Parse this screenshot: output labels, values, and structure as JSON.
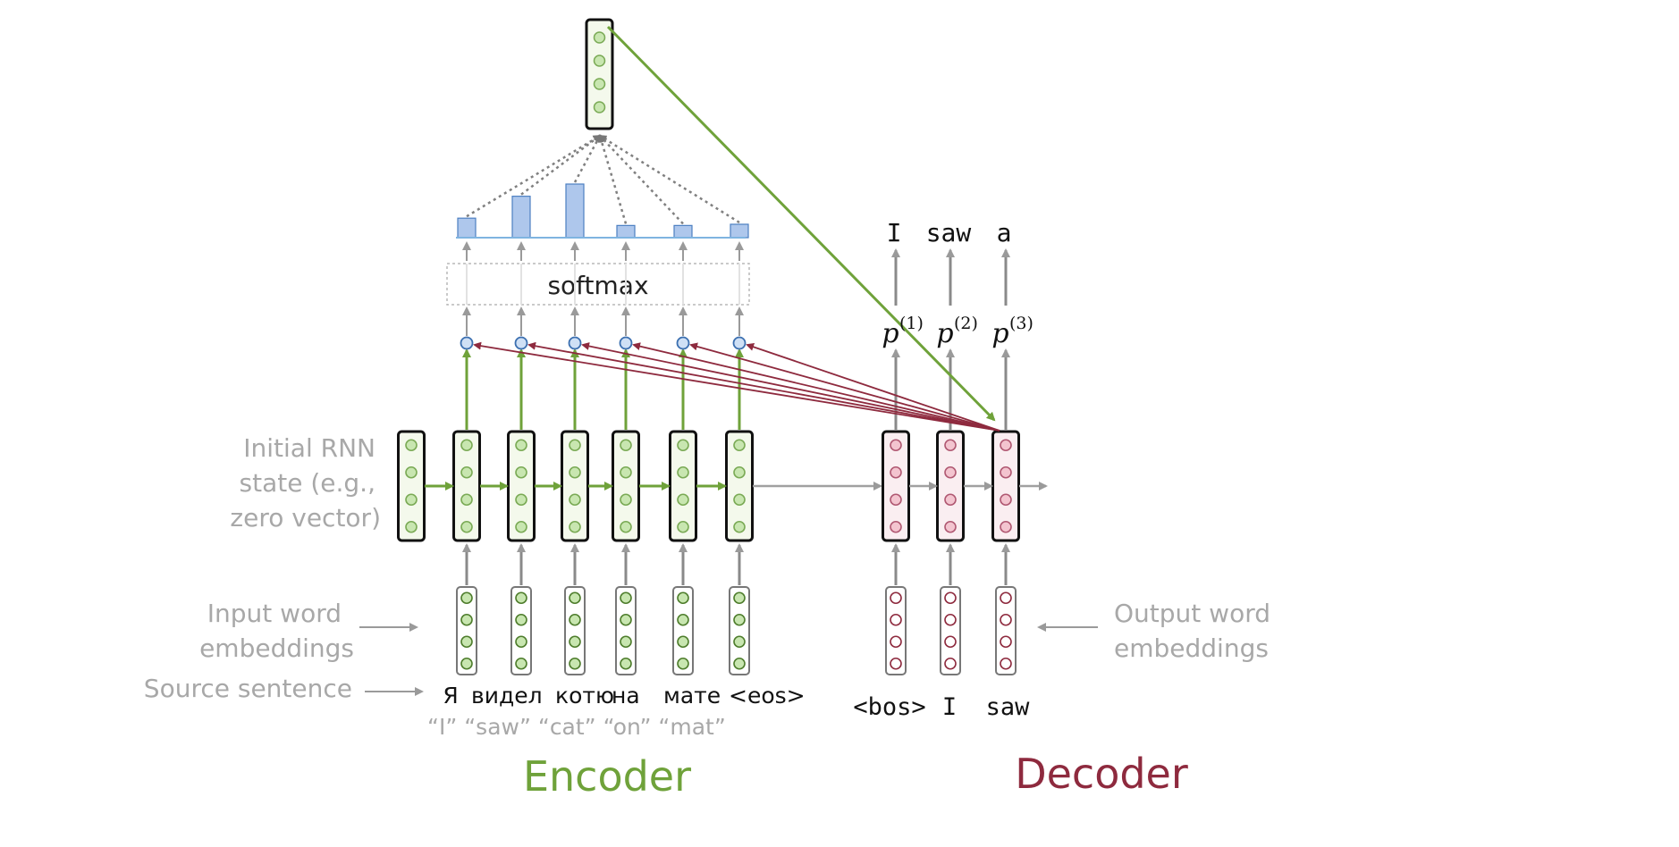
{
  "softmax_label": "softmax",
  "left_labels": {
    "initial_state": [
      "Initial RNN",
      "state (e.g.,",
      "zero vector)"
    ],
    "input_embeddings": [
      "Input word",
      "embeddings"
    ],
    "source_sentence": "Source sentence"
  },
  "right_labels": {
    "output_embeddings": [
      "Output word",
      "embeddings"
    ]
  },
  "source_tokens": [
    "Я",
    "видел",
    "котю",
    "на",
    "мате",
    "<eos>"
  ],
  "translations": "“I” “saw” “cat” “on” “mat”",
  "decoder_inputs": [
    "<bos>",
    "I",
    "saw"
  ],
  "decoder_outputs": [
    "I",
    "saw",
    "a"
  ],
  "prob_labels": [
    {
      "base": "p",
      "sup": "(1)"
    },
    {
      "base": "p",
      "sup": "(2)"
    },
    {
      "base": "p",
      "sup": "(3)"
    }
  ],
  "section_titles": {
    "encoder": "Encoder",
    "decoder": "Decoder"
  },
  "attention_weights": [
    0.16,
    0.34,
    0.44,
    0.1,
    0.1,
    0.11
  ],
  "colors": {
    "encoder": "#6fa23a",
    "decoder": "#8e2a3e",
    "attention_bar": "#aec7ec",
    "gray_arrow": "#a0a0a0"
  }
}
